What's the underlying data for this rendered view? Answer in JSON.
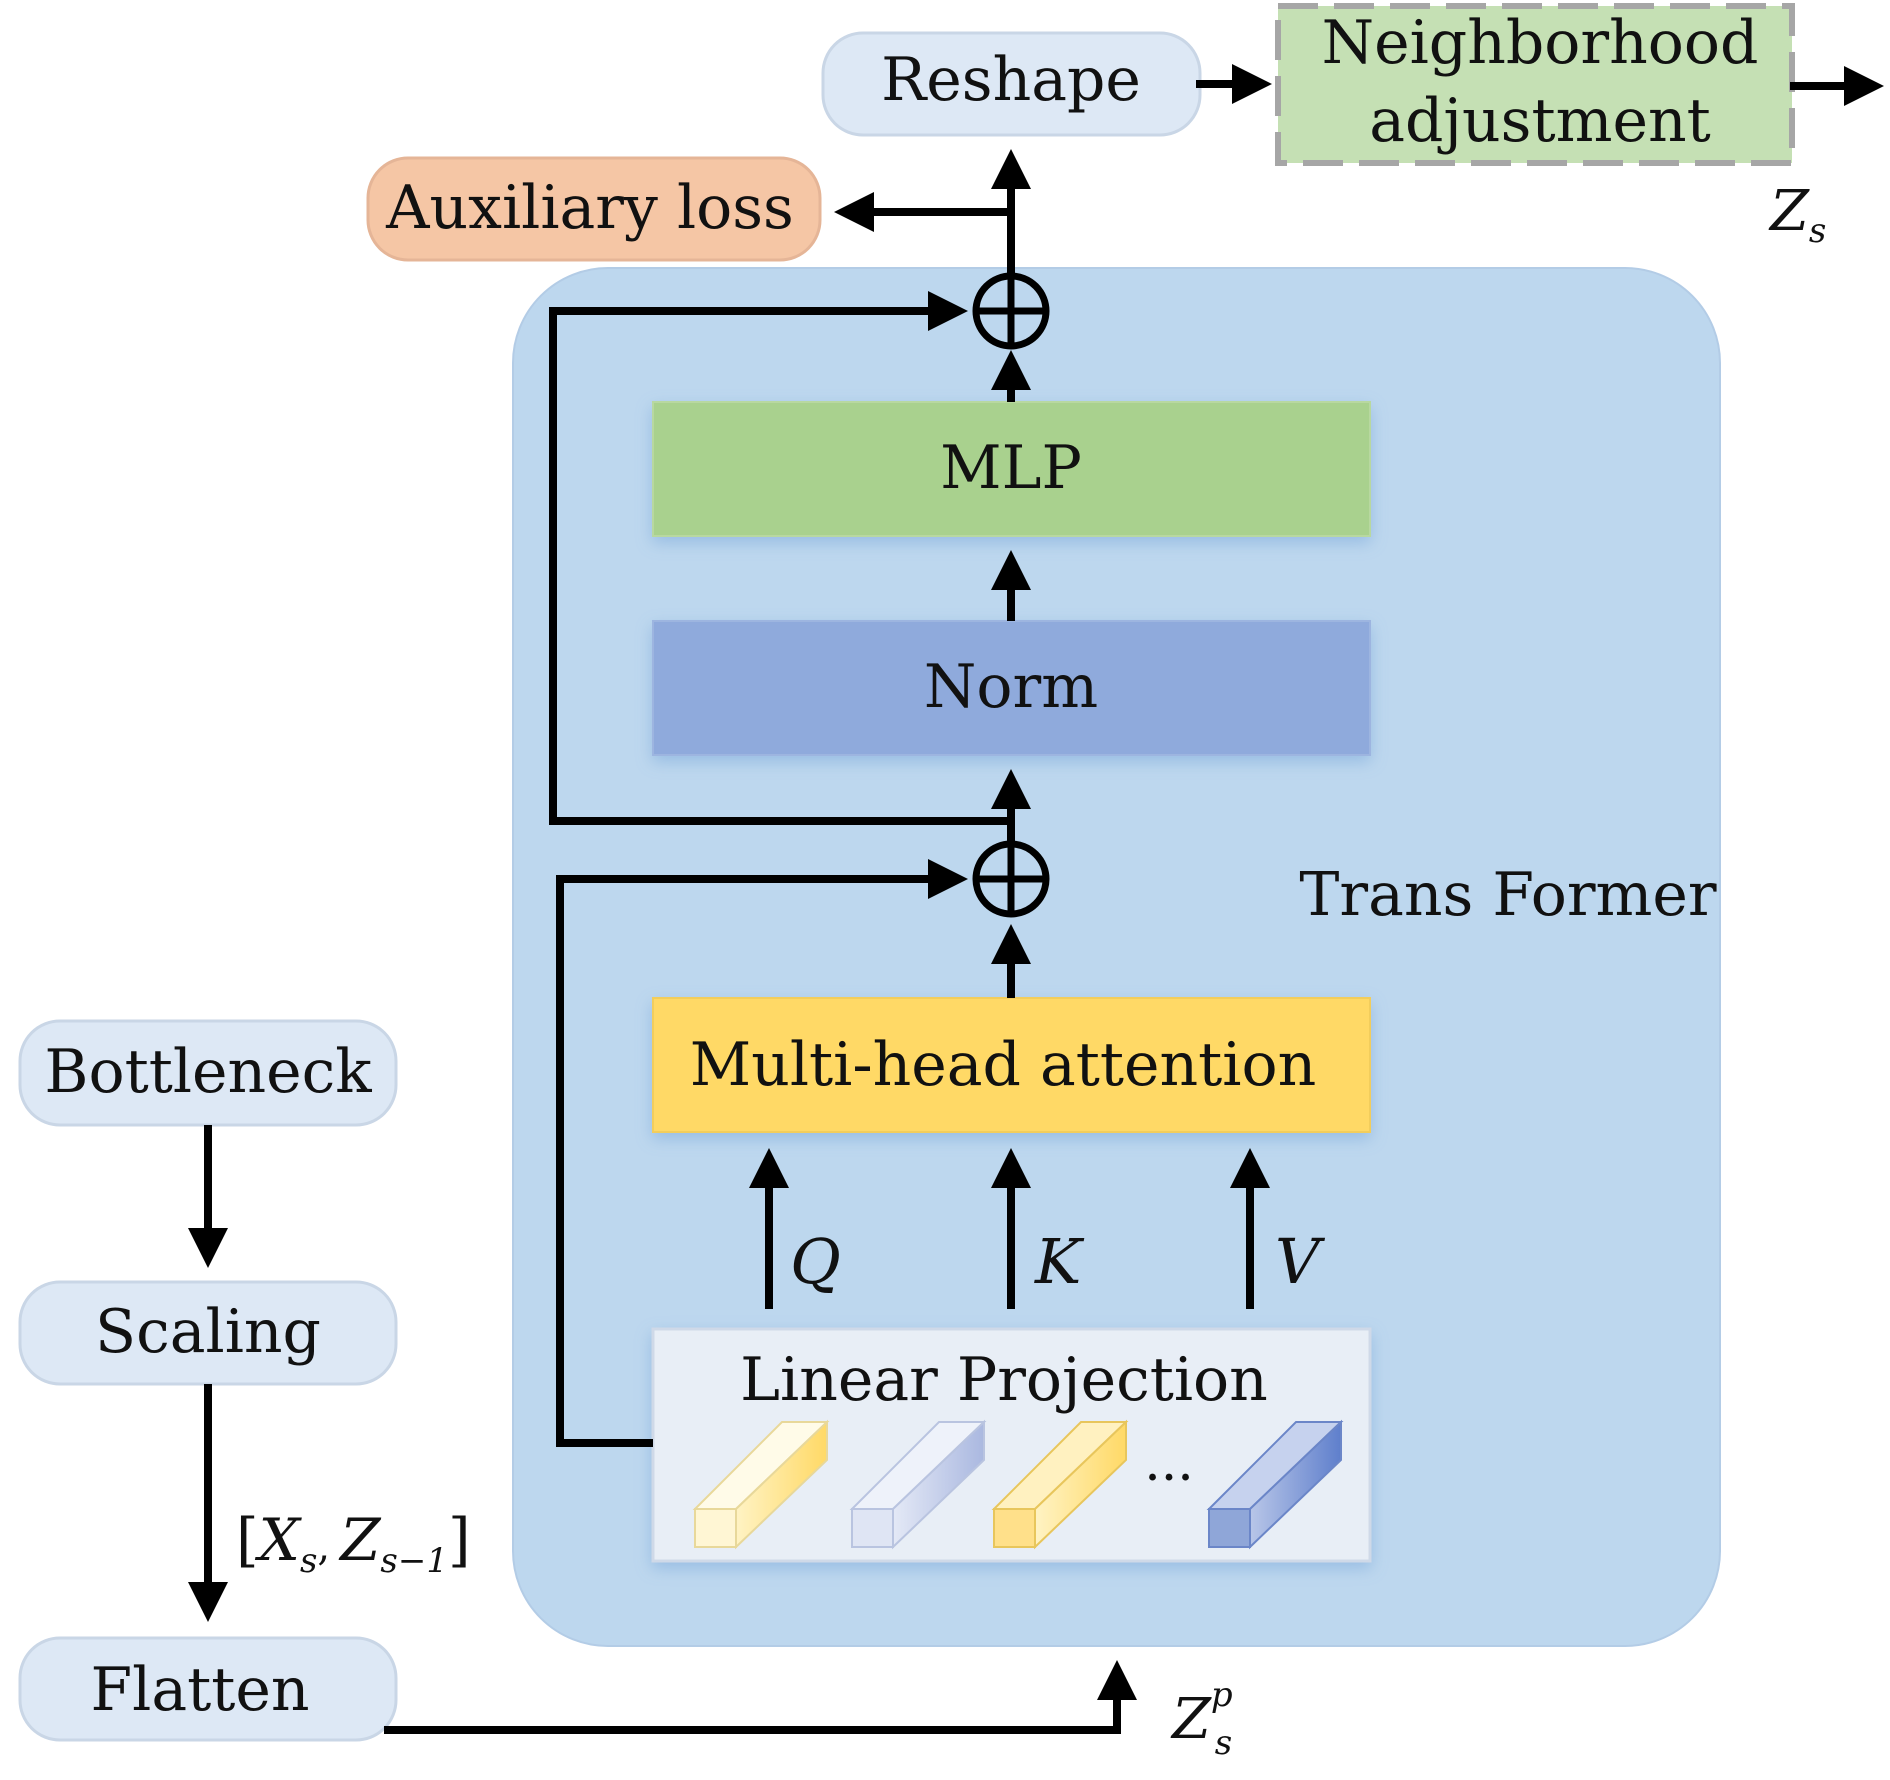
{
  "labels": {
    "reshape": "Reshape",
    "neighborhood_line1": "Neighborhood",
    "neighborhood_line2": "adjustment",
    "auxiliary_loss": "Auxiliary loss",
    "mlp": "MLP",
    "norm": "Norm",
    "transformer": "Trans Former",
    "multi_head_attention": "Multi-head attention",
    "linear_projection": "Linear Projection",
    "ellipsis": "...",
    "bottleneck": "Bottleneck",
    "scaling": "Scaling",
    "flatten": "Flatten"
  },
  "symbols": {
    "q": "Q",
    "k": "K",
    "v": "V",
    "z_s_base": "Z",
    "z_s_sub": "s",
    "zp_base": "Z",
    "zp_sub": "s",
    "zp_sup": "p",
    "concat_open": "[",
    "concat_x": "X",
    "concat_x_sub": "s",
    "concat_comma": ",",
    "concat_z": "Z",
    "concat_z_sub": "s−1",
    "concat_close": "]"
  },
  "colors": {
    "light_box": "#dde8f5",
    "transformer_bg": "#bdd7ee",
    "aux_loss": "#f5c6a5",
    "neighborhood": "#c5e0b4",
    "mlp": "#a9d18e",
    "norm": "#8faadc",
    "attention": "#ffd966",
    "linear_projection": "#e8eef6"
  }
}
